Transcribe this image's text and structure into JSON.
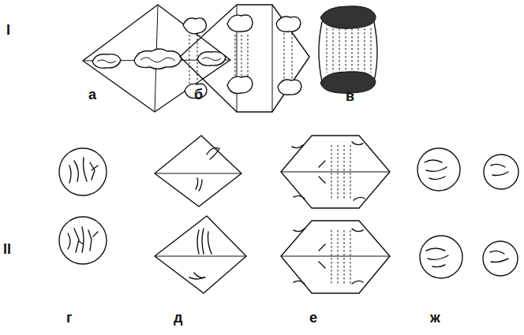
{
  "diagram": {
    "labels": [
      "I",
      "а",
      "б",
      "в",
      "II",
      "г",
      "д",
      "е",
      "ж"
    ]
  }
}
